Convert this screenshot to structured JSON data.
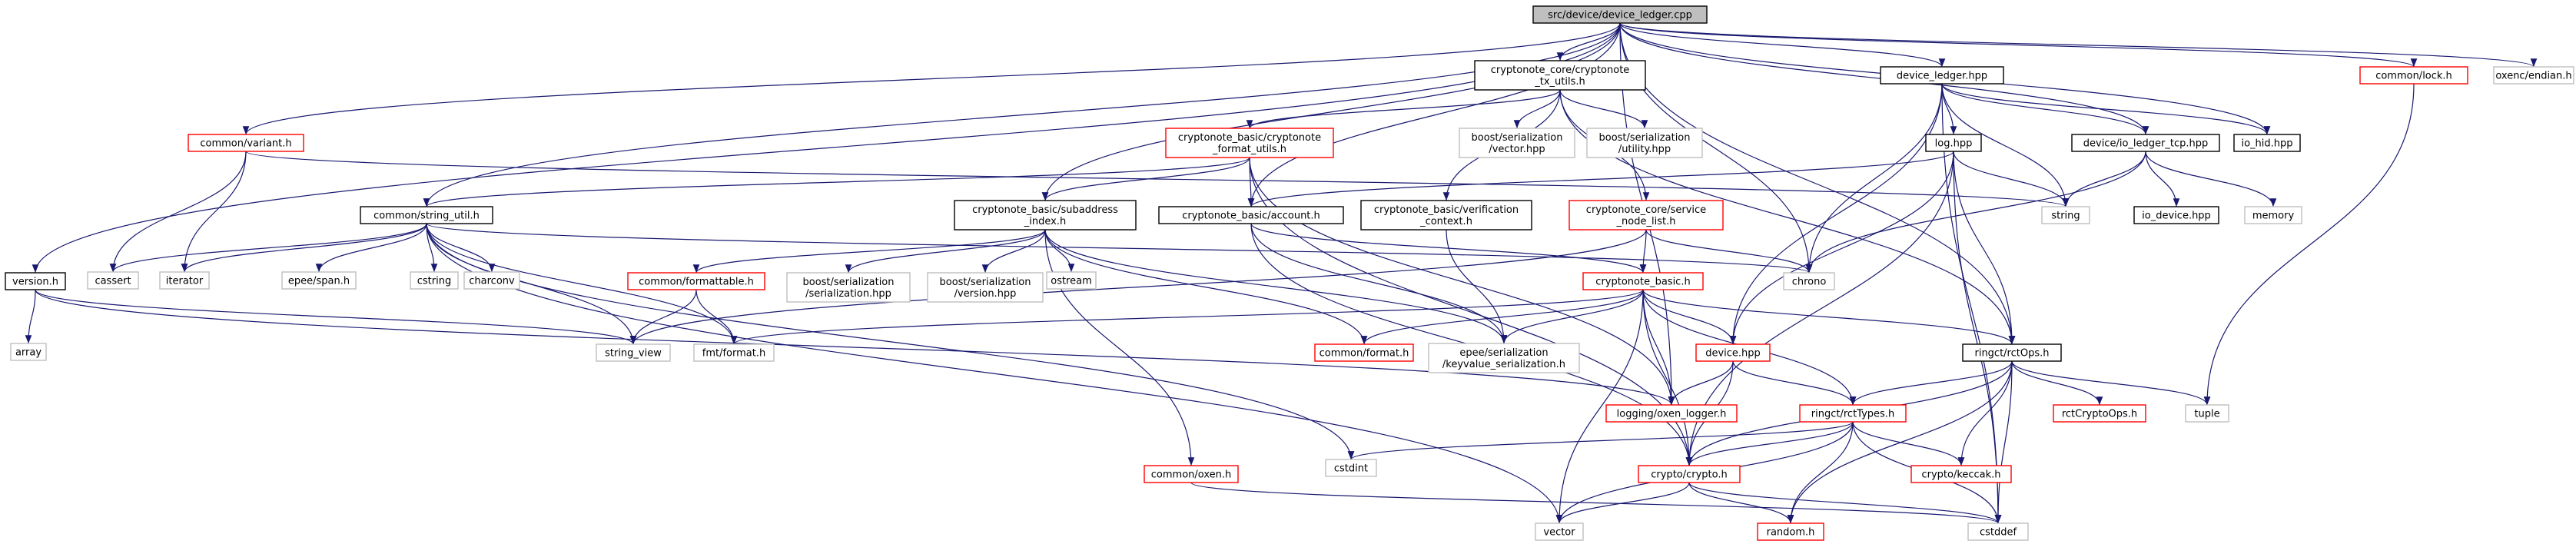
{
  "nodes": [
    {
      "id": "root",
      "style": "root",
      "lines": [
        "src/device/device_ledger.cpp"
      ]
    },
    {
      "id": "version",
      "style": "black",
      "lines": [
        "version.h"
      ]
    },
    {
      "id": "array",
      "style": "gray",
      "lines": [
        "array"
      ]
    },
    {
      "id": "string_util",
      "style": "black",
      "lines": [
        "common/string_util.h"
      ]
    },
    {
      "id": "cassert",
      "style": "gray",
      "lines": [
        "cassert"
      ]
    },
    {
      "id": "iterator",
      "style": "gray",
      "lines": [
        "iterator"
      ]
    },
    {
      "id": "epee_span",
      "style": "gray",
      "lines": [
        "epee/span.h"
      ]
    },
    {
      "id": "cstring",
      "style": "gray",
      "lines": [
        "cstring"
      ]
    },
    {
      "id": "charconv",
      "style": "gray",
      "lines": [
        "charconv"
      ]
    },
    {
      "id": "variant",
      "style": "red",
      "lines": [
        "common/variant.h"
      ]
    },
    {
      "id": "cn_format_utils",
      "style": "red",
      "lines": [
        "cryptonote_basic/cryptonote",
        "_format_utils.h"
      ]
    },
    {
      "id": "cn_tx_utils",
      "style": "black",
      "lines": [
        "cryptonote_core/cryptonote",
        "_tx_utils.h"
      ]
    },
    {
      "id": "bs_vector",
      "style": "gray",
      "lines": [
        "boost/serialization",
        "/vector.hpp"
      ]
    },
    {
      "id": "bs_utility",
      "style": "gray",
      "lines": [
        "boost/serialization",
        "/utility.hpp"
      ]
    },
    {
      "id": "subaddress_index",
      "style": "black",
      "lines": [
        "cryptonote_basic/subaddress",
        "_index.h"
      ]
    },
    {
      "id": "account",
      "style": "black",
      "lines": [
        "cryptonote_basic/account.h"
      ]
    },
    {
      "id": "verification_context",
      "style": "black",
      "lines": [
        "cryptonote_basic/verification",
        "_context.h"
      ]
    },
    {
      "id": "service_node_list",
      "style": "red",
      "lines": [
        "cryptonote_core/service",
        "_node_list.h"
      ]
    },
    {
      "id": "formattable",
      "style": "red",
      "lines": [
        "common/formattable.h"
      ]
    },
    {
      "id": "bs_serialization",
      "style": "gray",
      "lines": [
        "boost/serialization",
        "/serialization.hpp"
      ]
    },
    {
      "id": "bs_version",
      "style": "gray",
      "lines": [
        "boost/serialization",
        "/version.hpp"
      ]
    },
    {
      "id": "ostream",
      "style": "gray",
      "lines": [
        "ostream"
      ]
    },
    {
      "id": "cn_basic",
      "style": "red",
      "lines": [
        "cryptonote_basic.h"
      ]
    },
    {
      "id": "string_view",
      "style": "gray",
      "lines": [
        "string_view"
      ]
    },
    {
      "id": "fmt_format",
      "style": "gray",
      "lines": [
        "fmt/format.h"
      ]
    },
    {
      "id": "common_format",
      "style": "red",
      "lines": [
        "common/format.h"
      ]
    },
    {
      "id": "keyvalue_ser",
      "style": "gray",
      "lines": [
        "epee/serialization",
        "/keyvalue_serialization.h"
      ]
    },
    {
      "id": "device_hpp",
      "style": "red",
      "lines": [
        "device.hpp"
      ]
    },
    {
      "id": "oxen_logger",
      "style": "red",
      "lines": [
        "logging/oxen_logger.h"
      ]
    },
    {
      "id": "common_oxen",
      "style": "red",
      "lines": [
        "common/oxen.h"
      ]
    },
    {
      "id": "cstdint",
      "style": "gray",
      "lines": [
        "cstdint"
      ]
    },
    {
      "id": "vector",
      "style": "gray",
      "lines": [
        "vector"
      ]
    },
    {
      "id": "crypto",
      "style": "red",
      "lines": [
        "crypto/crypto.h"
      ]
    },
    {
      "id": "random",
      "style": "red",
      "lines": [
        "random.h"
      ]
    },
    {
      "id": "cstddef",
      "style": "gray",
      "lines": [
        "cstddef"
      ]
    },
    {
      "id": "rctTypes",
      "style": "red",
      "lines": [
        "ringct/rctTypes.h"
      ]
    },
    {
      "id": "keccak",
      "style": "red",
      "lines": [
        "crypto/keccak.h"
      ]
    },
    {
      "id": "rctOps",
      "style": "black",
      "lines": [
        "ringct/rctOps.h"
      ]
    },
    {
      "id": "rctCryptoOps",
      "style": "red",
      "lines": [
        "rctCryptoOps.h"
      ]
    },
    {
      "id": "tuple",
      "style": "gray",
      "lines": [
        "tuple"
      ]
    },
    {
      "id": "chrono",
      "style": "gray",
      "lines": [
        "chrono"
      ]
    },
    {
      "id": "device_ledger_hpp",
      "style": "black",
      "lines": [
        "device_ledger.hpp"
      ]
    },
    {
      "id": "log_hpp",
      "style": "black",
      "lines": [
        "log.hpp"
      ]
    },
    {
      "id": "string",
      "style": "gray",
      "lines": [
        "string"
      ]
    },
    {
      "id": "io_ledger_tcp",
      "style": "black",
      "lines": [
        "device/io_ledger_tcp.hpp"
      ]
    },
    {
      "id": "io_device",
      "style": "black",
      "lines": [
        "io_device.hpp"
      ]
    },
    {
      "id": "memory",
      "style": "gray",
      "lines": [
        "memory"
      ]
    },
    {
      "id": "io_hid",
      "style": "black",
      "lines": [
        "io_hid.hpp"
      ]
    },
    {
      "id": "common_lock",
      "style": "red",
      "lines": [
        "common/lock.h"
      ]
    },
    {
      "id": "oxenc_endian",
      "style": "gray",
      "lines": [
        "oxenc/endian.h"
      ]
    }
  ],
  "edges": [
    [
      "root",
      "version"
    ],
    [
      "root",
      "string_util"
    ],
    [
      "root",
      "variant"
    ],
    [
      "root",
      "oxen_logger"
    ],
    [
      "root",
      "subaddress_index"
    ],
    [
      "root",
      "account"
    ],
    [
      "root",
      "cn_tx_utils"
    ],
    [
      "root",
      "chrono"
    ],
    [
      "root",
      "device_ledger_hpp"
    ],
    [
      "root",
      "io_ledger_tcp"
    ],
    [
      "root",
      "io_hid"
    ],
    [
      "root",
      "rctOps"
    ],
    [
      "root",
      "common_lock"
    ],
    [
      "root",
      "oxenc_endian"
    ],
    [
      "version",
      "array"
    ],
    [
      "version",
      "string_view"
    ],
    [
      "version",
      "oxen_logger"
    ],
    [
      "string_util",
      "cassert"
    ],
    [
      "string_util",
      "iterator"
    ],
    [
      "string_util",
      "epee_span"
    ],
    [
      "string_util",
      "cstring"
    ],
    [
      "string_util",
      "charconv"
    ],
    [
      "string_util",
      "string_view"
    ],
    [
      "string_util",
      "fmt_format"
    ],
    [
      "string_util",
      "chrono"
    ],
    [
      "string_util",
      "vector"
    ],
    [
      "string_util",
      "cstdint"
    ],
    [
      "variant",
      "cassert"
    ],
    [
      "variant",
      "iterator"
    ],
    [
      "variant",
      "string"
    ],
    [
      "cn_tx_utils",
      "cn_format_utils"
    ],
    [
      "cn_tx_utils",
      "bs_vector"
    ],
    [
      "cn_tx_utils",
      "bs_utility"
    ],
    [
      "cn_tx_utils",
      "verification_context"
    ],
    [
      "cn_tx_utils",
      "service_node_list"
    ],
    [
      "cn_tx_utils",
      "rctOps"
    ],
    [
      "cn_format_utils",
      "string_util"
    ],
    [
      "cn_format_utils",
      "subaddress_index"
    ],
    [
      "cn_format_utils",
      "account"
    ],
    [
      "cn_format_utils",
      "crypto"
    ],
    [
      "cn_format_utils",
      "oxen_logger"
    ],
    [
      "subaddress_index",
      "formattable"
    ],
    [
      "subaddress_index",
      "bs_serialization"
    ],
    [
      "subaddress_index",
      "bs_version"
    ],
    [
      "subaddress_index",
      "ostream"
    ],
    [
      "subaddress_index",
      "common_format"
    ],
    [
      "subaddress_index",
      "keyvalue_ser"
    ],
    [
      "subaddress_index",
      "common_oxen"
    ],
    [
      "account",
      "cn_basic"
    ],
    [
      "account",
      "keyvalue_ser"
    ],
    [
      "account",
      "crypto"
    ],
    [
      "verification_context",
      "keyvalue_ser"
    ],
    [
      "service_node_list",
      "cn_basic"
    ],
    [
      "service_node_list",
      "chrono"
    ],
    [
      "service_node_list",
      "string_view"
    ],
    [
      "formattable",
      "string_view"
    ],
    [
      "formattable",
      "fmt_format"
    ],
    [
      "cn_basic",
      "fmt_format"
    ],
    [
      "cn_basic",
      "common_format"
    ],
    [
      "cn_basic",
      "keyvalue_ser"
    ],
    [
      "cn_basic",
      "device_hpp"
    ],
    [
      "cn_basic",
      "oxen_logger"
    ],
    [
      "cn_basic",
      "crypto"
    ],
    [
      "cn_basic",
      "vector"
    ],
    [
      "cn_basic",
      "rctTypes"
    ],
    [
      "cn_basic",
      "rctOps"
    ],
    [
      "device_hpp",
      "oxen_logger"
    ],
    [
      "device_hpp",
      "crypto"
    ],
    [
      "device_hpp",
      "rctTypes"
    ],
    [
      "common_oxen",
      "cstddef"
    ],
    [
      "crypto",
      "vector"
    ],
    [
      "crypto",
      "random"
    ],
    [
      "crypto",
      "cstddef"
    ],
    [
      "rctTypes",
      "cstdint"
    ],
    [
      "rctTypes",
      "crypto"
    ],
    [
      "rctTypes",
      "keccak"
    ],
    [
      "rctTypes",
      "random"
    ],
    [
      "rctTypes",
      "cstddef"
    ],
    [
      "rctTypes",
      "vector"
    ],
    [
      "rctOps",
      "rctTypes"
    ],
    [
      "rctOps",
      "rctCryptoOps"
    ],
    [
      "rctOps",
      "tuple"
    ],
    [
      "rctOps",
      "keccak"
    ],
    [
      "rctOps",
      "random"
    ],
    [
      "rctOps",
      "cstddef"
    ],
    [
      "rctOps",
      "crypto"
    ],
    [
      "device_ledger_hpp",
      "log_hpp"
    ],
    [
      "device_ledger_hpp",
      "io_ledger_tcp"
    ],
    [
      "device_ledger_hpp",
      "io_hid"
    ],
    [
      "device_ledger_hpp",
      "string"
    ],
    [
      "device_ledger_hpp",
      "device_hpp"
    ],
    [
      "device_ledger_hpp",
      "chrono"
    ],
    [
      "device_ledger_hpp",
      "cstddef"
    ],
    [
      "log_hpp",
      "string"
    ],
    [
      "log_hpp",
      "rctOps"
    ],
    [
      "log_hpp",
      "device_hpp"
    ],
    [
      "log_hpp",
      "crypto"
    ],
    [
      "log_hpp",
      "account"
    ],
    [
      "log_hpp",
      "cstddef"
    ],
    [
      "io_ledger_tcp",
      "io_device"
    ],
    [
      "io_ledger_tcp",
      "memory"
    ],
    [
      "io_ledger_tcp",
      "string"
    ],
    [
      "io_ledger_tcp",
      "chrono"
    ],
    [
      "common_lock",
      "tuple"
    ]
  ],
  "colors": {
    "edge": "#191970",
    "red_border": "#ff0000",
    "gray_border": "#bfbfbf",
    "root_fill": "#bfbfbf"
  }
}
